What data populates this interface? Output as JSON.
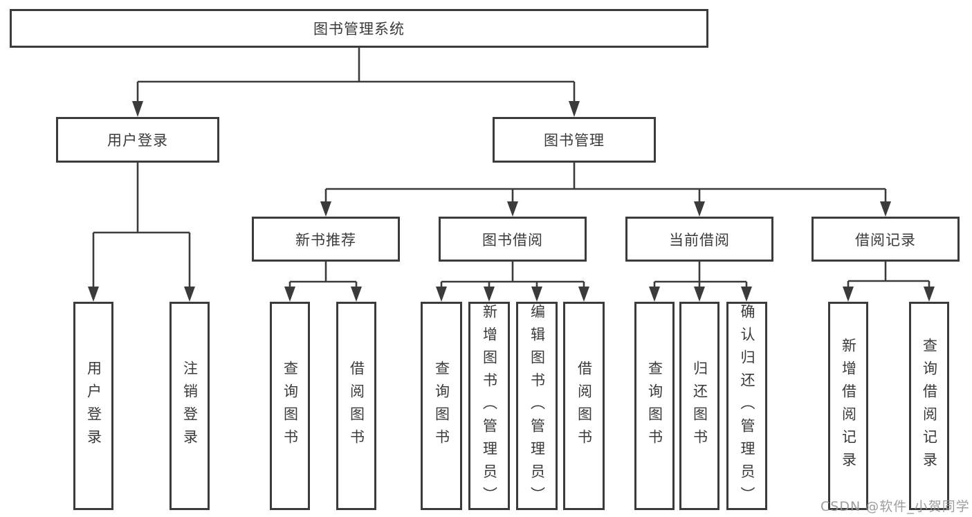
{
  "tree": {
    "root": {
      "label": "图书管理系统"
    },
    "level2": [
      {
        "label": "用户登录",
        "leaves": [
          {
            "label": "用户登录"
          },
          {
            "label": "注销登录"
          }
        ]
      },
      {
        "label": "图书管理",
        "groups": [
          {
            "label": "新书推荐",
            "leaves": [
              {
                "label": "查询图书"
              },
              {
                "label": "借阅图书"
              }
            ]
          },
          {
            "label": "图书借阅",
            "leaves": [
              {
                "label": "查询图书"
              },
              {
                "label": "新增图书（管理员）"
              },
              {
                "label": "编辑图书（管理员）"
              },
              {
                "label": "借阅图书"
              }
            ]
          },
          {
            "label": "当前借阅",
            "leaves": [
              {
                "label": "查询图书"
              },
              {
                "label": "归还图书"
              },
              {
                "label": "确认归还（管理员）"
              }
            ]
          },
          {
            "label": "借阅记录",
            "leaves": [
              {
                "label": "新增借阅记录"
              },
              {
                "label": "查询借阅记录"
              }
            ]
          }
        ]
      }
    ]
  },
  "watermark": {
    "text": "CSDN @软件_小贺同学"
  },
  "colors": {
    "line": "#3b3b3b",
    "text": "#3a3a3a",
    "background": "#ffffff",
    "watermark": "#969696"
  }
}
